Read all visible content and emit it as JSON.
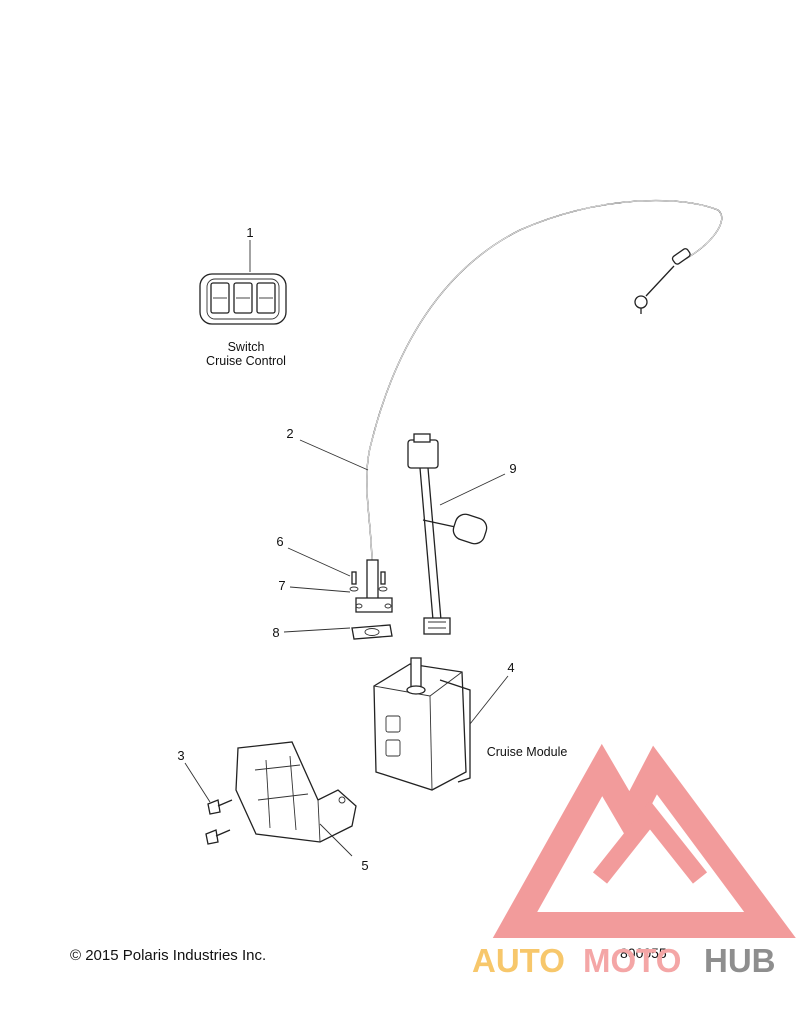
{
  "callouts": {
    "n1": "1",
    "n2": "2",
    "n3": "3",
    "n4": "4",
    "n5": "5",
    "n6": "6",
    "n7": "7",
    "n8": "8",
    "n9": "9"
  },
  "labels": {
    "switch_line1": "Switch",
    "switch_line2": "Cruise Control",
    "cruise_module": "Cruise Module"
  },
  "footer": {
    "copyright": "© 2015 Polaris Industries Inc.",
    "diagram_number": "800055"
  },
  "watermark": {
    "part1": "AUTO",
    "part2": "MOTO",
    "part3": "HUB",
    "colors": {
      "triangle": "#f08a8a",
      "auto": "#f7c76b",
      "moto": "#f4a6a6",
      "hub": "#8e8e8e"
    }
  }
}
